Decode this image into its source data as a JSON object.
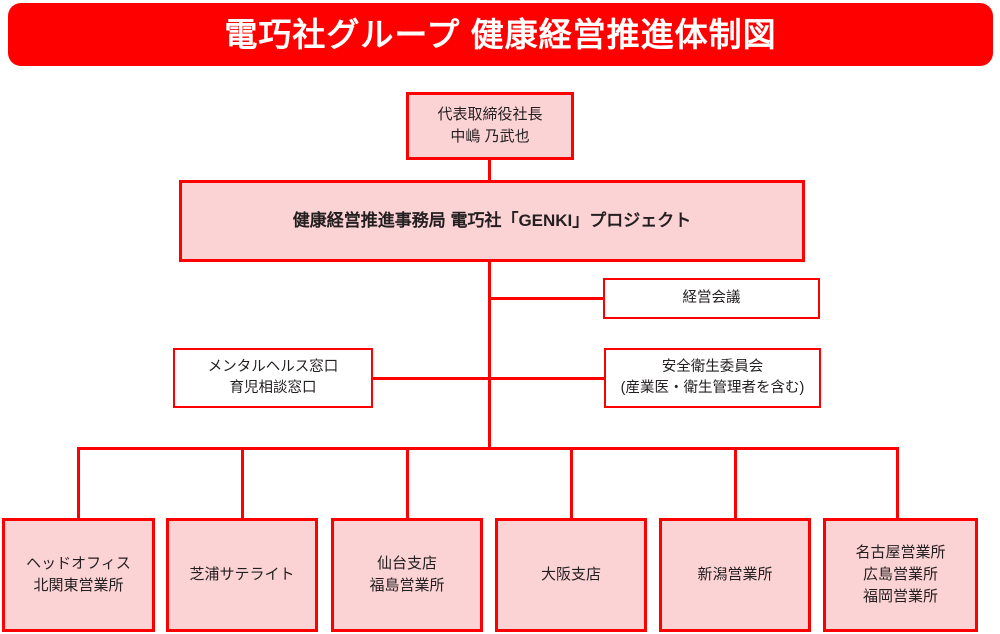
{
  "header": {
    "title": "電巧社グループ 健康経営推進体制図",
    "banner_color": "#ff0000",
    "title_color": "#ffffff"
  },
  "theme": {
    "border_color": "#ff0000",
    "node_fill": "#fcd3d5",
    "plain_fill": "#ffffff",
    "text_color": "#231f20",
    "background": "#ffffff"
  },
  "chart_data": {
    "type": "diagram",
    "subtype": "organization-chart",
    "title": "電巧社グループ 健康経営推進体制図",
    "orientation": "top-down",
    "nodes": [
      {
        "id": "president",
        "lines": [
          "代表取締役社長",
          "中嶋 乃武也"
        ],
        "level": 0,
        "fill": "#fcd3d5",
        "emphasis": "normal"
      },
      {
        "id": "office",
        "lines": [
          "健康経営推進事務局 電巧社「GENKI」プロジェクト"
        ],
        "level": 1,
        "fill": "#fcd3d5",
        "emphasis": "bold"
      },
      {
        "id": "mgmt-meeting",
        "lines": [
          "経営会議"
        ],
        "level": 2,
        "side": "right",
        "fill": "#ffffff",
        "emphasis": "normal"
      },
      {
        "id": "safety-committee",
        "lines": [
          "安全衛生委員会",
          "(産業医・衛生管理者を含む)"
        ],
        "level": 2,
        "side": "right",
        "fill": "#ffffff",
        "emphasis": "normal"
      },
      {
        "id": "mental-health-desk",
        "lines": [
          "メンタルヘルス窓口",
          "育児相談窓口"
        ],
        "level": 2,
        "side": "left",
        "fill": "#ffffff",
        "emphasis": "normal"
      }
    ],
    "leaves": [
      {
        "id": "head-office",
        "lines": [
          "ヘッドオフィス",
          "北関東営業所"
        ]
      },
      {
        "id": "shibaura",
        "lines": [
          "芝浦サテライト"
        ]
      },
      {
        "id": "sendai",
        "lines": [
          "仙台支店",
          "福島営業所"
        ]
      },
      {
        "id": "osaka",
        "lines": [
          "大阪支店"
        ]
      },
      {
        "id": "niigata",
        "lines": [
          "新潟営業所"
        ]
      },
      {
        "id": "nagoya-hiroshima-fukuoka",
        "lines": [
          "名古屋営業所",
          "広島営業所",
          "福岡営業所"
        ]
      }
    ],
    "edges": [
      {
        "from": "president",
        "to": "office"
      },
      {
        "from": "office",
        "to": "mgmt-meeting"
      },
      {
        "from": "office",
        "to": "safety-committee"
      },
      {
        "from": "office",
        "to": "mental-health-desk"
      },
      {
        "from": "office",
        "to": "head-office"
      },
      {
        "from": "office",
        "to": "shibaura"
      },
      {
        "from": "office",
        "to": "sendai"
      },
      {
        "from": "office",
        "to": "osaka"
      },
      {
        "from": "office",
        "to": "niigata"
      },
      {
        "from": "office",
        "to": "nagoya-hiroshima-fukuoka"
      }
    ]
  },
  "nodes": {
    "president": {
      "line1": "代表取締役社長",
      "line2": "中嶋 乃武也"
    },
    "office": {
      "line1": "健康経営推進事務局 電巧社「GENKI」プロジェクト"
    },
    "mgmt": {
      "line1": "経営会議"
    },
    "safety": {
      "line1": "安全衛生委員会",
      "line2": "(産業医・衛生管理者を含む)"
    },
    "mental": {
      "line1": "メンタルヘルス窓口",
      "line2": "育児相談窓口"
    }
  },
  "leaves": [
    {
      "line1": "ヘッドオフィス",
      "line2": "北関東営業所",
      "line3": ""
    },
    {
      "line1": "芝浦サテライト",
      "line2": "",
      "line3": ""
    },
    {
      "line1": "仙台支店",
      "line2": "福島営業所",
      "line3": ""
    },
    {
      "line1": "大阪支店",
      "line2": "",
      "line3": ""
    },
    {
      "line1": "新潟営業所",
      "line2": "",
      "line3": ""
    },
    {
      "line1": "名古屋営業所",
      "line2": "広島営業所",
      "line3": "福岡営業所"
    }
  ]
}
